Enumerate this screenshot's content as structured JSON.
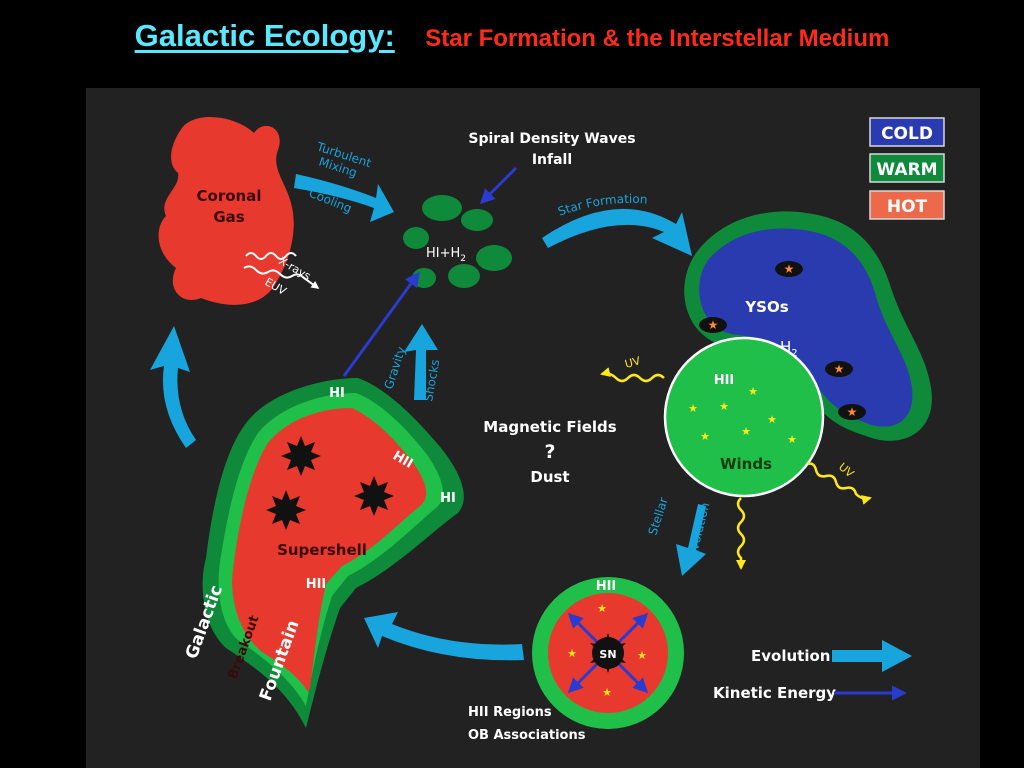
{
  "title": {
    "main": "Galactic Ecology:",
    "sub": "Star Formation & the Interstellar Medium"
  },
  "legend": {
    "cold": "COLD",
    "warm": "WARM",
    "hot": "HOT",
    "evolution": "Evolution",
    "kinetic": "Kinetic Energy"
  },
  "labels": {
    "coronal_1": "Coronal",
    "coronal_2": "Gas",
    "turbulent_1": "Turbulent",
    "turbulent_2": "Mixing",
    "cooling": "Cooling",
    "xrays": "X-rays",
    "euv": "EUV",
    "spiral_1": "Spiral Density Waves",
    "spiral_2": "Infall",
    "hi_h2": "HI+H",
    "hi_h2_sub": "2",
    "star_formation": "Star Formation",
    "ysos": "YSOs",
    "h2": "H",
    "h2_sub": "2",
    "hii_cloud": "HII",
    "winds": "Winds",
    "uv_left": "UV",
    "uv_right": "UV",
    "gravity": "Gravity",
    "shocks": "Shocks",
    "hi_top": "HI",
    "hii_shell_top": "HII",
    "hi_right": "HI",
    "supershell": "Supershell",
    "hii_shell_bottom": "HII",
    "magnetic": "Magnetic Fields",
    "question": "?",
    "dust": "Dust",
    "stellar": "Stellar",
    "evolution_arrow": "Evolution",
    "hii_sn": "HII",
    "sn": "SN",
    "hii_regions": "HII Regions",
    "ob_assoc": "OB Associations",
    "galactic": "Galactic",
    "breakout": "Breakout",
    "fountain": "Fountain"
  },
  "colors": {
    "cold": "#2a3bb0",
    "warm": "#0f8a3a",
    "warm_light": "#1fbf4a",
    "hot": "#e8392e",
    "cyan": "#18a4dc",
    "navy": "#1f2ea0",
    "panel": "#222222"
  }
}
